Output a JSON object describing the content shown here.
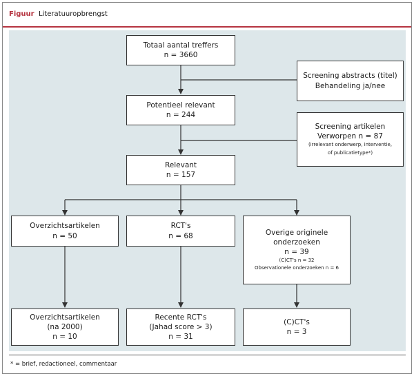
{
  "header": {
    "figure_label": "Figuur",
    "title": "Literatuuropbrengst"
  },
  "boxes": {
    "total": {
      "line1": "Totaal aantal treffers",
      "line2": "n = 3660"
    },
    "screening_abstracts": {
      "line1": "Screening abstracts (titel)",
      "line2": "Behandeling ja/nee"
    },
    "potential": {
      "line1": "Potentieel relevant",
      "line2": "n = 244"
    },
    "screening_articles": {
      "line1": "Screening artikelen",
      "line2": "Verworpen n = 87",
      "line3": "(irrelevant onderwerp, interventie,",
      "line4": "of publicatietype*)"
    },
    "relevant": {
      "line1": "Relevant",
      "line2": "n = 157"
    },
    "overviews": {
      "line1": "Overzichtsartikelen",
      "line2": "n = 50"
    },
    "rcts": {
      "line1": "RCT's",
      "line2": "n = 68"
    },
    "other": {
      "line1": "Overige originele",
      "line2": "onderzoeken",
      "line3": "n = 39",
      "line4": "(C)CT's n = 32",
      "line5": "Observationele onderzoeken n = 6"
    },
    "overviews_2000": {
      "line1": "Overzichtsartikelen",
      "line2": "(na 2000)",
      "line3": "n = 10"
    },
    "recent_rcts": {
      "line1": "Recente RCT's",
      "line2": "(Jahad score > 3)",
      "line3": "n = 31"
    },
    "ccts": {
      "line1": "(C)CT's",
      "line2": "n = 3"
    }
  },
  "footnote": "* = brief, redactioneel, commentaar",
  "colors": {
    "accent": "#b5333f",
    "panel": "#dde7ea",
    "line": "#333333"
  }
}
